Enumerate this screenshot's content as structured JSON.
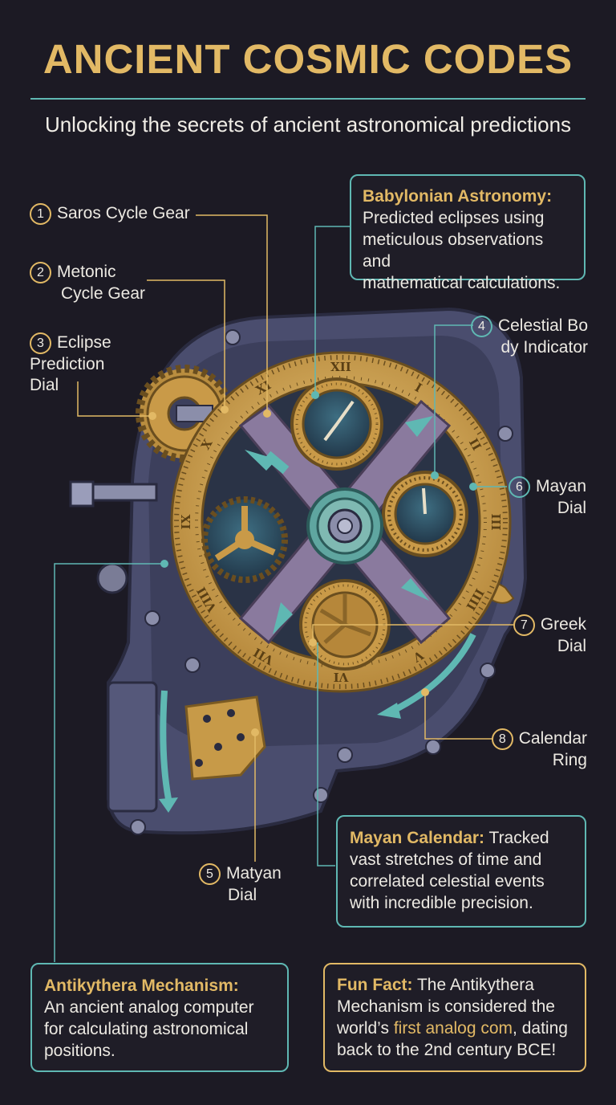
{
  "header": {
    "title": "ANCIENT COSMIC CODES",
    "subtitle": "Unlocking the secrets of ancient astronomical predictions"
  },
  "labels": [
    {
      "num": "1",
      "line1": "Saros Cycle Gear",
      "line2": "",
      "line3": ""
    },
    {
      "num": "2",
      "line1": "Metonic",
      "line2": "Cycle Gear",
      "line3": ""
    },
    {
      "num": "3",
      "line1": "Eclipse",
      "line2": "Prediction",
      "line3": "Dial"
    },
    {
      "num": "4",
      "line1": "Celestial Bo",
      "line2": "dy Indicator",
      "line3": ""
    },
    {
      "num": "5",
      "line1": "Matyan",
      "line2": "Dial",
      "line3": ""
    },
    {
      "num": "6",
      "line1": "Mayan",
      "line2": "Dial",
      "line3": ""
    },
    {
      "num": "7",
      "line1": "Greek",
      "line2": "Dial",
      "line3": ""
    },
    {
      "num": "8",
      "line1": "Calendar",
      "line2": "Ring",
      "line3": ""
    }
  ],
  "boxes": {
    "babylonian": {
      "heading": "Babylonian Astronomy:",
      "l1": "Predicted eclipses using",
      "l2": "meticulous observations and",
      "l3": "mathematical calculations."
    },
    "mayan": {
      "heading": "Mayan Calendar:",
      "l1a": " Tracked",
      "l2": "vast stretches of time and",
      "l3": "correlated celestial events",
      "l4": "with incredible precision."
    },
    "antikythera": {
      "heading": "Antikythera Mechanism:",
      "l1": "An ancient analog computer",
      "l2": "for calculating astronomical",
      "l3": "positions."
    },
    "funfact": {
      "heading": "Fun Fact:",
      "l1a": " The Antikythera",
      "l2": "Mechanism is considered the",
      "l3a": "world’s ",
      "l3b": "first analog com",
      "l3c": ", dating",
      "l4": "back to the 2nd century BCE!"
    }
  },
  "dial_numerals": [
    "XII",
    "I",
    "II",
    "III",
    "IIII",
    "V",
    "VI",
    "VII",
    "VIII",
    "IX",
    "X",
    "XI"
  ],
  "colors": {
    "background": "#1c1a24",
    "gold": "#e2b965",
    "teal": "#5fb8b3",
    "purple": "#8a7a9e"
  }
}
